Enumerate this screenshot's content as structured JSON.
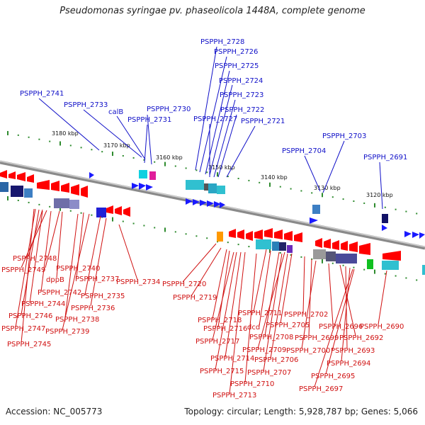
{
  "title": "Pseudomonas syringae pv. phaseolicola 1448A, complete genome",
  "accession": "Accession: NC_005773",
  "summary": "Topology: circular; Length: 5,928,787 bp; Genes: 5,066",
  "kbp_ticks": [
    "3180 kbp",
    "3170 kbp",
    "3160 kbp",
    "3150 kbp",
    "3140 kbp",
    "3130 kbp",
    "3120 kbp"
  ],
  "upper_genes": [
    "PSPPH_2728",
    "PSPPH_2726",
    "PSPPH_2725",
    "PSPPH_2724",
    "PSPPH_2723",
    "PSPPH_2722",
    "PSPPH_2727",
    "PSPPH_2721",
    "PSPPH_2741",
    "PSPPH_2733",
    "calB",
    "PSPPH_2730",
    "PSPPH_2731",
    "PSPPH_2703",
    "PSPPH_2704",
    "PSPPH_2691"
  ],
  "lower_genes": [
    "PSPPH_2748",
    "PSPPH_2749",
    "PSPPH_2740",
    "dppB",
    "PSPPH_2737",
    "PSPPH_2734",
    "PSPPH_2742",
    "PSPPH_2735",
    "PSPPH_2744",
    "PSPPH_2736",
    "PSPPH_2746",
    "PSPPH_2738",
    "PSPPH_2747",
    "PSPPH_2739",
    "PSPPH_2745",
    "PSPPH_2720",
    "PSPPH_2719",
    "PSPPH_2711",
    "PSPPH_2702",
    "PSPPH_2718",
    "dcd",
    "PSPPH_2705",
    "PSPPH_2696",
    "PSPPH_2690",
    "PSPPH_2716",
    "PSPPH_2708",
    "PSPPH_2699",
    "PSPPH_2692",
    "PSPPH_2717",
    "PSPPH_2709",
    "PSPPH_2700",
    "PSPPH_2693",
    "PSPPH_2714",
    "PSPPH_2706",
    "PSPPH_2694",
    "PSPPH_2715",
    "PSPPH_2707",
    "PSPPH_2695",
    "PSPPH_2710",
    "PSPPH_2697",
    "PSPPH_2713"
  ],
  "colors": {
    "upper_label": "#1010c8",
    "lower_label": "#d01010",
    "forward_gene": "#1a1aff",
    "reverse_gene": "#ff0000",
    "backbone": "#888888",
    "tick": "#2e8b2e"
  }
}
